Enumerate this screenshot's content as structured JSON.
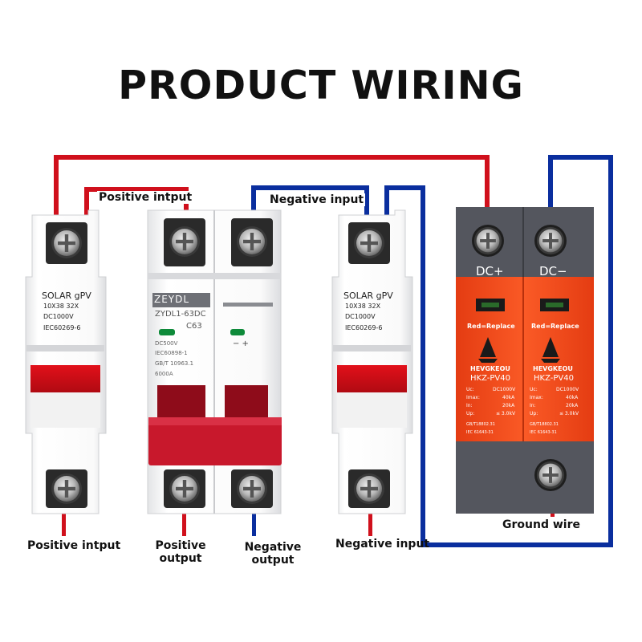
{
  "title": "PRODUCT WIRING",
  "labels": {
    "positive_input_top": "Positive intput",
    "negative_input_top": "Negative input",
    "positive_input_bottom": "Positive intput",
    "positive_output": [
      "Positive",
      "output"
    ],
    "negative_output": [
      "Negative",
      "output"
    ],
    "negative_input_bottom": "Negative input",
    "ground_wire": "Ground wire"
  },
  "fuse_left": {
    "lines": [
      "SOLAR  gPV",
      "10X38  32X",
      "DC1000V",
      "IEC60269-6"
    ]
  },
  "breaker": {
    "brand": "ZEYDL",
    "model": "ZYDL1-63DC",
    "rating": "C63",
    "specs": [
      "DC500V",
      "IEC60898-1",
      "GB/T 10963.1",
      "6000A"
    ],
    "polarity": "−  +"
  },
  "fuse_right": {
    "lines": [
      "SOLAR  gPV",
      "10X38  32X",
      "DC1000V",
      "IEC60269-6"
    ]
  },
  "spd": {
    "dc_plus": "DC+",
    "dc_minus": "DC−",
    "replace_text": "Red=Replace",
    "brand": "HEVGKEOU",
    "model": "HKZ-PV40",
    "specs": [
      [
        "Uc:",
        "DC1000V"
      ],
      [
        "Imax:",
        "40kA"
      ],
      [
        "In:",
        "20kA"
      ],
      [
        "Up:",
        "≤ 3.0kV"
      ]
    ],
    "std1": "GB/T18802.31",
    "std2": "IEC 61643-31"
  },
  "colors": {
    "positive_wire": "#d0101c",
    "negative_wire": "#0a2e9e",
    "spd_orange": "#f2481c",
    "spd_gray": "#54565e",
    "breaker_handle": "#c8182c"
  }
}
